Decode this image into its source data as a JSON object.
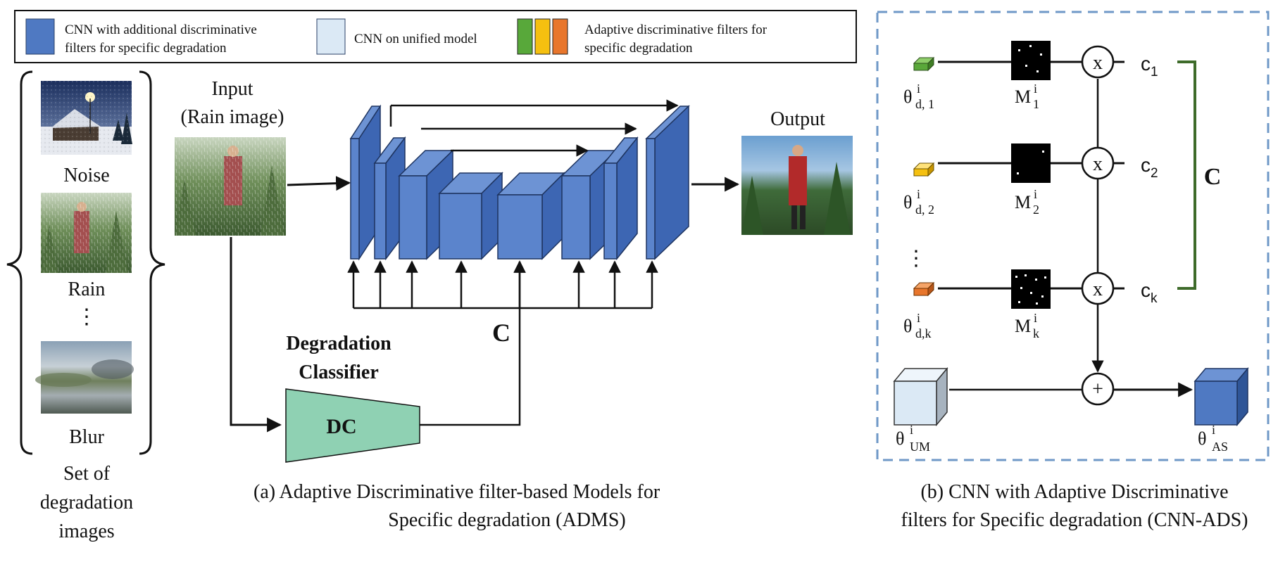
{
  "legend": {
    "item1": "CNN with additional discriminative",
    "item1b": "filters for specific degradation",
    "item2": "CNN on unified model",
    "item3": "Adaptive discriminative filters for",
    "item3b": "specific degradation",
    "colors": {
      "cnn_ads": "#4f79c2",
      "cnn_um": "#dbe9f5",
      "filter_green": "#58a83a",
      "filter_yellow": "#f5c010",
      "filter_orange": "#e8762c"
    }
  },
  "degradation_set": {
    "labels": [
      "Noise",
      "Rain",
      "⋮",
      "Blur"
    ],
    "caption_lines": [
      "Set of",
      "degradation",
      "images"
    ]
  },
  "admS": {
    "input_title": "Input",
    "input_subtitle": "(Rain image)",
    "output_title": "Output",
    "c_label": "C",
    "classifier_title_1": "Degradation",
    "classifier_title_2": "Classifier",
    "classifier_box": "DC",
    "caption_1": "(a)  Adaptive Discriminative filter-based Models for",
    "caption_2": "Specific degradation (ADMS)"
  },
  "cnn_ads": {
    "theta_rows": [
      {
        "base": "θ",
        "sup": "i",
        "sub": "d, 1",
        "mask": "M",
        "mask_sup": "i",
        "mask_sub": "1",
        "c_base": "c",
        "c_sub": "1"
      },
      {
        "base": "θ",
        "sup": "i",
        "sub": "d, 2",
        "mask": "M",
        "mask_sup": "i",
        "mask_sub": "2",
        "c_base": "c",
        "c_sub": "2"
      },
      {
        "base": "θ",
        "sup": "i",
        "sub": "d,k",
        "mask": "M",
        "mask_sup": "i",
        "mask_sub": "k",
        "c_base": "c",
        "c_sub": "k"
      }
    ],
    "vdots": "⋮",
    "mult_symbol": "x",
    "plus_symbol": "+",
    "c_label": "C",
    "um": {
      "base": "θ",
      "sup": "i",
      "sub": "UM"
    },
    "as": {
      "base": "θ",
      "sup": "i",
      "sub": "AS"
    },
    "caption_1": "(b) CNN with Adaptive Discriminative",
    "caption_2": "filters for Specific degradation (CNN-ADS)"
  }
}
